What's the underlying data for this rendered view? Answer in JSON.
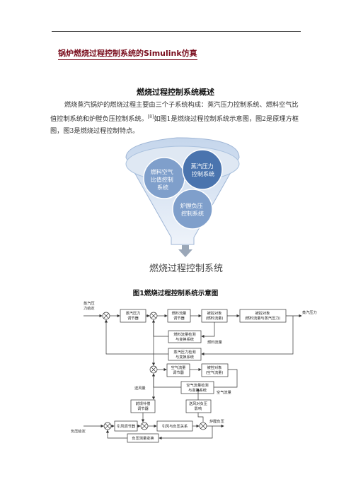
{
  "document": {
    "title": "锅炉燃烧过程控制系统的Simulink仿真",
    "section_heading": "燃烧过程控制系统概述",
    "paragraph_text": "燃烧蒸汽锅炉的燃烧过程主要由三个子系统构成：蒸汽压力控制系统、燃料空气比值控制系统和炉膛负压控制系统。",
    "paragraph_ref": "[8]",
    "paragraph_tail": "如图1是燃烧过程控制系统示意图，图2是原理方框图，图3是燃烧过程控制特点。"
  },
  "funnel": {
    "circle_fuel_air": "燃料空气比值控制系统",
    "circle_steam": "蒸汽压力控制系统",
    "circle_furnace": "炉膛负压控制系统",
    "bottom_label": "燃烧过程控制系统",
    "colors": {
      "funnel_light": "#dfe8f3",
      "funnel_mid": "#a9c1de",
      "circle_dark": "#4a74ae",
      "circle_mid": "#7f9fcb"
    }
  },
  "fig1": {
    "caption": "图1燃烧过程控制系统示意图"
  },
  "block_diagram": {
    "steam_setpoint_1": "蒸汽压",
    "steam_setpoint_2": "力给定",
    "steam_reg_1": "蒸汽压力",
    "steam_reg_2": "调节器",
    "fuel_reg_1": "燃料流量",
    "fuel_reg_2": "调节器",
    "fuel_obj_1": "被控对象",
    "fuel_obj_2": "(燃料流量)",
    "main_obj_1": "被控对象",
    "main_obj_2": "(燃料流量与蒸汽压力)",
    "steam_pressure_out": "蒸汽压力",
    "fuel_meas_1": "燃料流量检测",
    "fuel_meas_2": "与变换系统",
    "fuel_flow_label": "燃料流量",
    "steam_meas_1": "蒸汽压力检测",
    "steam_meas_2": "与变换系统",
    "air_reg_1": "空气流量",
    "air_reg_2": "调节器",
    "air_obj_1": "被控对象",
    "air_obj_2": "(空气流量)",
    "air_meas_1": "空气流量检测",
    "air_meas_2": "与变换系统",
    "air_flow_label": "空气流量",
    "feedforward_label": "送风量",
    "ff_reg_1": "前馈补偿",
    "ff_reg_2": "调节器",
    "fan_effect_1": "送风对负压",
    "fan_effect_2": "影响",
    "draft_reg": "引风调节器",
    "draft_relation": "引风与负压关系",
    "furnace_out": "炉膛负压",
    "pressure_meas": "负压测量变换",
    "neg_setpoint": "负压给定"
  }
}
